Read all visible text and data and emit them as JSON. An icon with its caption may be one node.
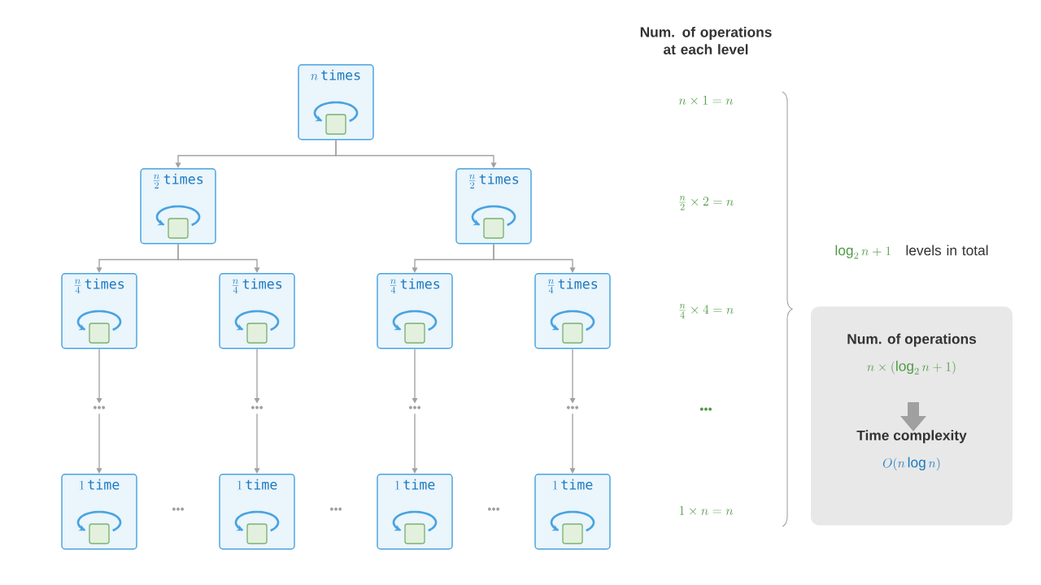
{
  "diagram": {
    "nodes": [
      {
        "text": [
          "n",
          "times"
        ]
      },
      {
        "text": [
          "\\frac{n}{2}",
          "times"
        ]
      },
      {
        "text": [
          "\\frac{n}{2}",
          "times"
        ]
      },
      {
        "text": [
          "\\frac{n}{4}",
          "times"
        ]
      },
      {
        "text": [
          "\\frac{n}{4}",
          "times"
        ]
      },
      {
        "text": [
          "\\frac{n}{4}",
          "times"
        ]
      },
      {
        "text": [
          "\\frac{n}{4}",
          "times"
        ]
      },
      {
        "text": [
          "•••"
        ]
      },
      {
        "text": [
          "•••"
        ]
      },
      {
        "text": [
          "•••"
        ]
      },
      {
        "text": [
          "•••"
        ]
      },
      {
        "text": [
          "1",
          "time"
        ]
      },
      {
        "text": [
          "1",
          "time"
        ]
      },
      {
        "text": [
          "1",
          "time"
        ]
      },
      {
        "text": [
          "1",
          "time"
        ]
      },
      {
        "text": [
          "Num. of operations",
          "n \\times (\\log_2 n + 1)",
          "Time complexity",
          "O(n \\log n)"
        ]
      }
    ],
    "edges": [
      {
        "from": 0,
        "to": 1,
        "arrow": "to"
      },
      {
        "from": 0,
        "to": 2,
        "arrow": "to"
      },
      {
        "from": 1,
        "to": 3,
        "arrow": "to"
      },
      {
        "from": 1,
        "to": 4,
        "arrow": "to"
      },
      {
        "from": 2,
        "to": 5,
        "arrow": "to"
      },
      {
        "from": 2,
        "to": 6,
        "arrow": "to"
      },
      {
        "from": 3,
        "to": 7,
        "arrow": "to"
      },
      {
        "from": 4,
        "to": 8,
        "arrow": "to"
      },
      {
        "from": 5,
        "to": 9,
        "arrow": "to"
      },
      {
        "from": 6,
        "to": 10,
        "arrow": "to"
      },
      {
        "from": 7,
        "to": 11,
        "arrow": "to"
      },
      {
        "from": 8,
        "to": 12,
        "arrow": "to"
      },
      {
        "from": 9,
        "to": 13,
        "arrow": "to"
      },
      {
        "from": 10,
        "to": 14,
        "arrow": "to"
      }
    ],
    "labels": [
      "Num. of operations at each level",
      "n \\times 1 = n",
      "\\frac{n}{2} \\times 2 = n",
      "\\log_2 n + 1",
      "levels in total",
      "\\frac{n}{4} \\times 4 = n",
      "•••",
      "•••",
      "•••",
      "•••",
      "1 \\times n = n"
    ]
  }
}
